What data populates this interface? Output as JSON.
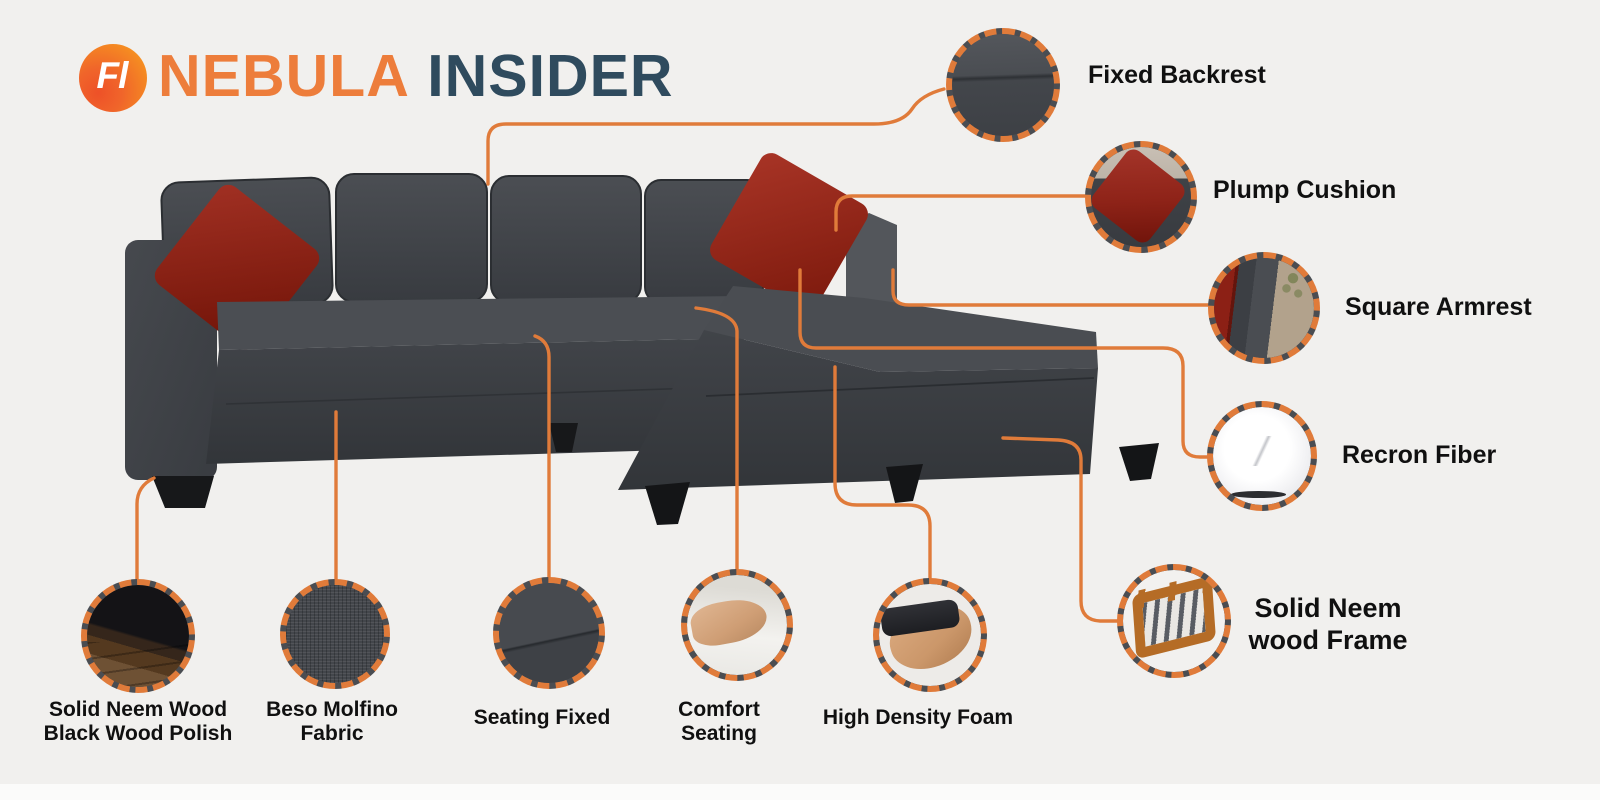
{
  "header": {
    "logo_text": "Fl",
    "title_primary": "NEBULA",
    "title_secondary": " INSIDER"
  },
  "colors": {
    "background": "#F1F0EE",
    "accent_orange": "#E07B3A",
    "title_orange": "#ED7D3B",
    "title_slate": "#2F4B5E",
    "label_text": "#101010",
    "sofa_charcoal": "#3E4146",
    "sofa_highlight": "#4B4E53",
    "pillow_red": "#8E2318",
    "leg_black": "#17181A"
  },
  "features": [
    {
      "id": "fixed-backrest",
      "line1": "Fixed Backrest",
      "line2": ""
    },
    {
      "id": "plump-cushion",
      "line1": "Plump Cushion",
      "line2": ""
    },
    {
      "id": "square-armrest",
      "line1": "Square Armrest",
      "line2": ""
    },
    {
      "id": "recron-fiber",
      "line1": "Recron Fiber",
      "line2": ""
    },
    {
      "id": "neem-wood-frame",
      "line1": "Solid Neem",
      "line2": "wood Frame"
    },
    {
      "id": "black-wood-polish",
      "line1": "Solid Neem Wood",
      "line2": "Black Wood Polish"
    },
    {
      "id": "beso-molfino",
      "line1": "Beso Molfino",
      "line2": "Fabric"
    },
    {
      "id": "seating-fixed",
      "line1": "Seating Fixed",
      "line2": ""
    },
    {
      "id": "comfort-seating",
      "line1": "Comfort",
      "line2": "Seating"
    },
    {
      "id": "high-density-foam",
      "line1": "High Density Foam",
      "line2": ""
    }
  ]
}
